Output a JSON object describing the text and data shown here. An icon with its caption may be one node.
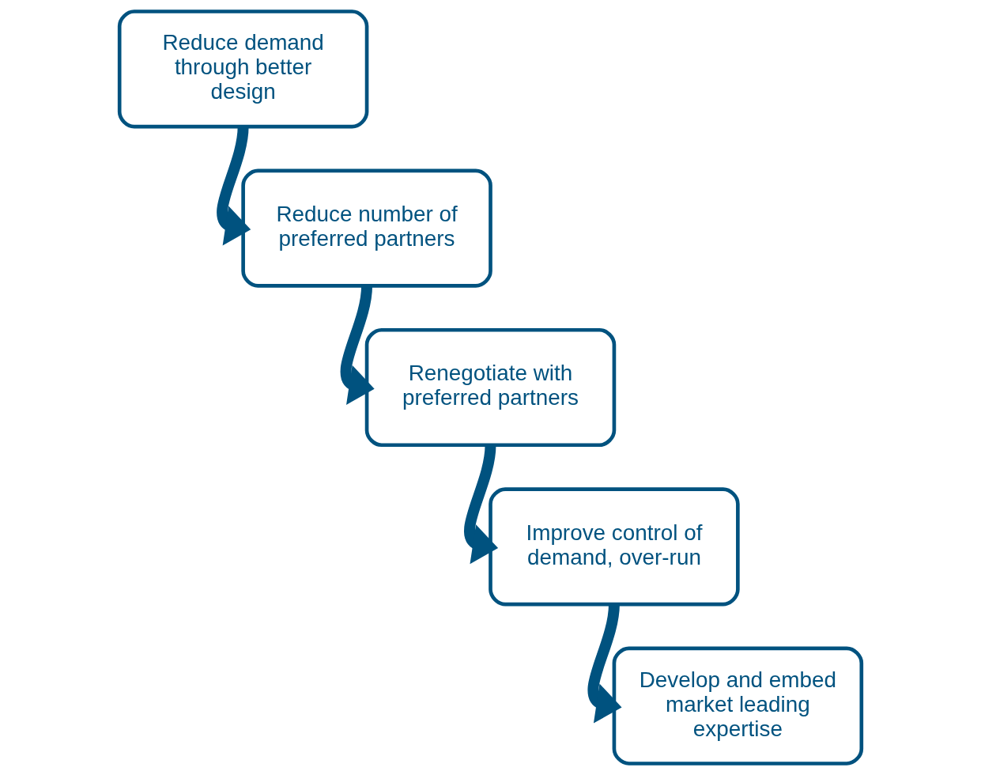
{
  "diagram": {
    "nodes": [
      {
        "text": [
          "Reduce demand through better design"
        ]
      },
      {
        "text": [
          "Reduce number of preferred partners"
        ]
      },
      {
        "text": [
          "Renegotiate with preferred partners"
        ]
      },
      {
        "text": [
          "Improve control of demand, over-run"
        ]
      },
      {
        "text": [
          "Develop and embed market leading expertise"
        ]
      }
    ],
    "edges": [
      {
        "from": 0,
        "to": 1,
        "arrow": "to"
      },
      {
        "from": 1,
        "to": 2,
        "arrow": "to"
      },
      {
        "from": 2,
        "to": 3,
        "arrow": "to"
      },
      {
        "from": 3,
        "to": 4,
        "arrow": "to"
      }
    ]
  }
}
